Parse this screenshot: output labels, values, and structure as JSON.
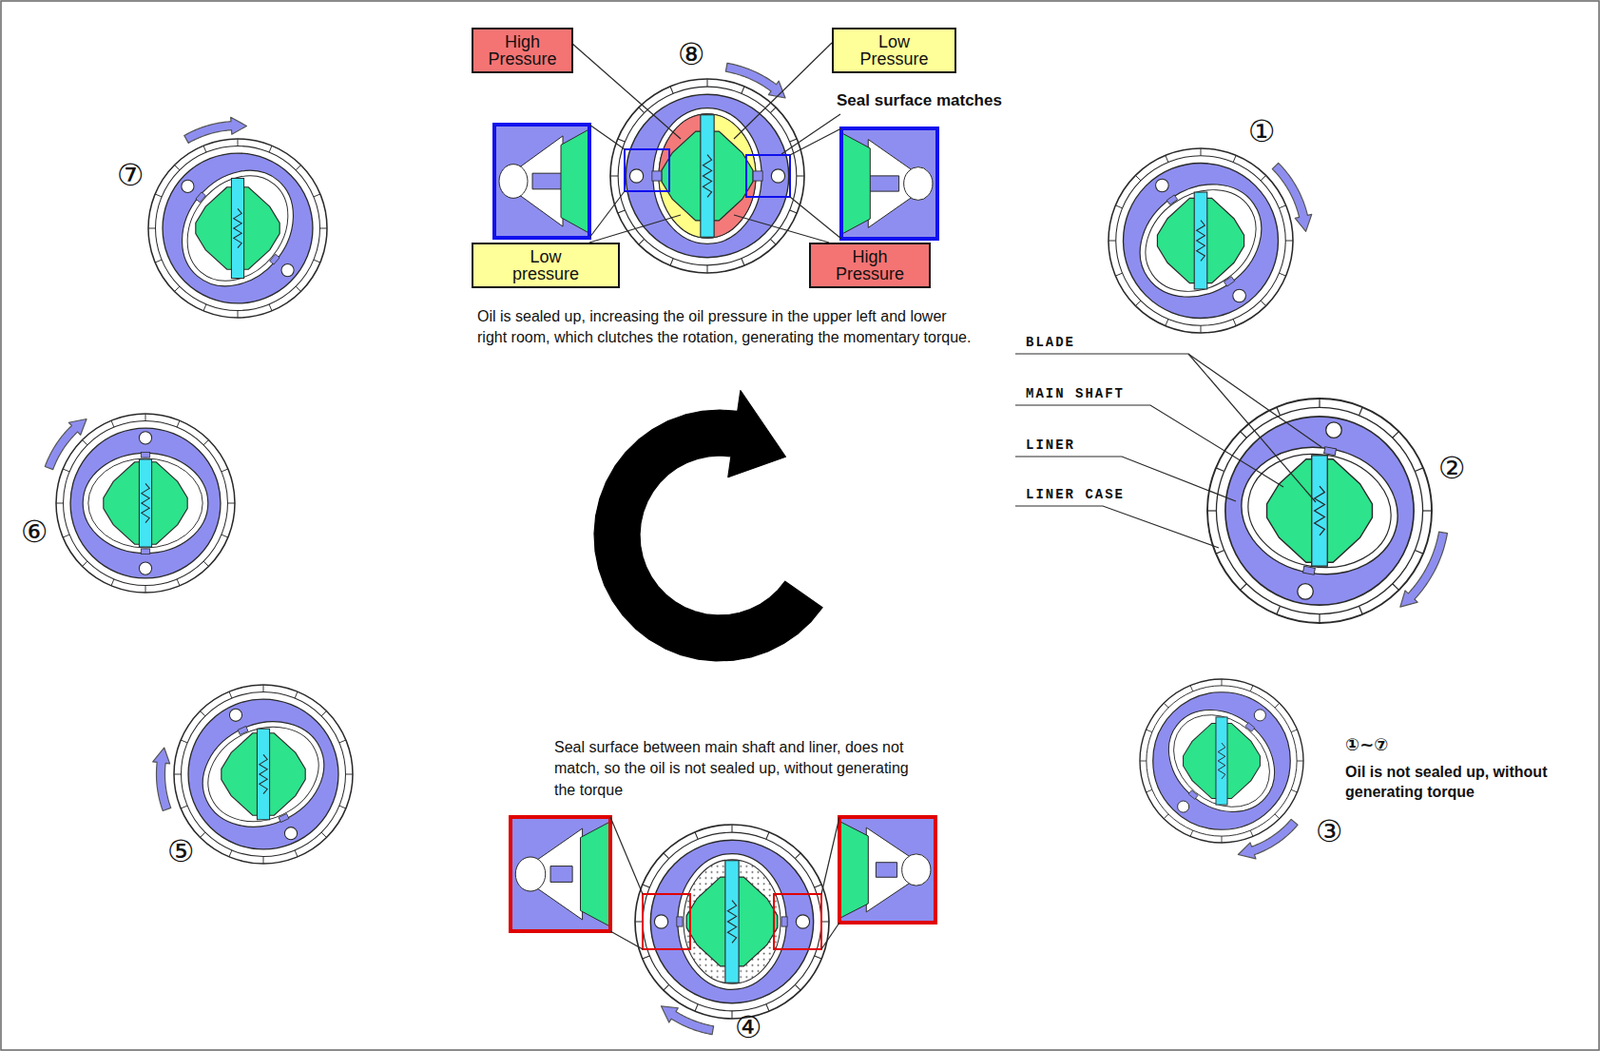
{
  "diagram": {
    "nodes": [
      {
        "text": [
          "High Pressure"
        ]
      },
      {
        "text": [
          "Low Pressure"
        ]
      },
      {
        "text": [
          "Low pressure"
        ]
      },
      {
        "text": [
          "High Pressure"
        ]
      }
    ],
    "labels": [
      "⑧",
      "Seal surface matches",
      "Oil is sealed up, increasing the oil pressure in the upper left and lower right room, which clutches the rotation, generating the momentary torque.",
      "①",
      "⑦",
      "BLADE",
      "MAIN SHAFT",
      "LINER",
      "LINER CASE",
      "②",
      "⑥",
      "①~⑦",
      "Oil is not sealed up, without generating torque",
      "Seal surface between main shaft and liner, does not match, so the oil is not sealed up, without generating the torque",
      "⑤",
      "③",
      "④"
    ]
  }
}
